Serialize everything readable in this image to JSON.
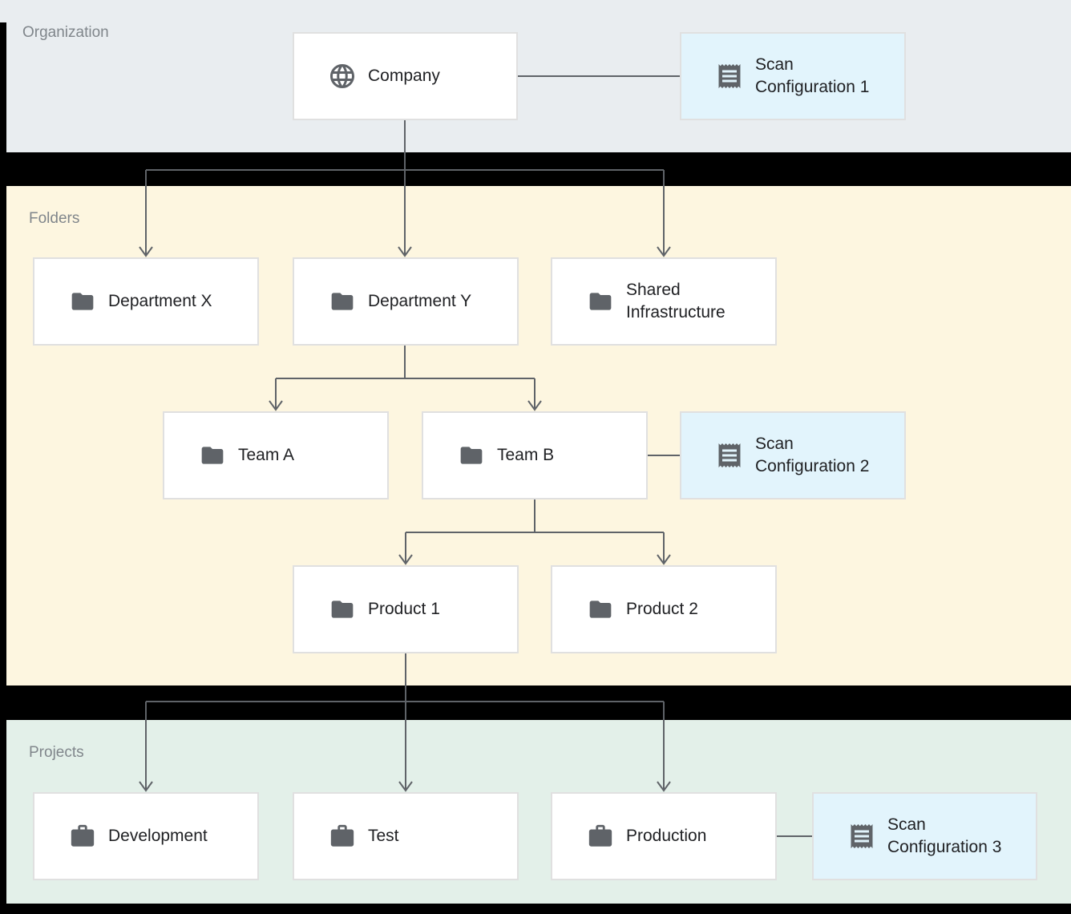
{
  "sections": {
    "organization": {
      "label": "Organization"
    },
    "folders": {
      "label": "Folders"
    },
    "projects": {
      "label": "Projects"
    }
  },
  "nodes": {
    "company": {
      "label": "Company",
      "icon": "globe-icon"
    },
    "scan_configuration_1": {
      "label": "Scan Configuration 1",
      "icon": "receipt-icon"
    },
    "department_x": {
      "label": "Department X",
      "icon": "folder-icon"
    },
    "department_y": {
      "label": "Department Y",
      "icon": "folder-icon"
    },
    "shared_infrastructure": {
      "label": "Shared Infrastructure",
      "icon": "folder-icon"
    },
    "team_a": {
      "label": "Team A",
      "icon": "folder-icon"
    },
    "team_b": {
      "label": "Team B",
      "icon": "folder-icon"
    },
    "scan_configuration_2": {
      "label": "Scan Configuration 2",
      "icon": "receipt-icon"
    },
    "product_1": {
      "label": "Product 1",
      "icon": "folder-icon"
    },
    "product_2": {
      "label": "Product 2",
      "icon": "folder-icon"
    },
    "development": {
      "label": "Development",
      "icon": "briefcase-icon"
    },
    "test": {
      "label": "Test",
      "icon": "briefcase-icon"
    },
    "production": {
      "label": "Production",
      "icon": "briefcase-icon"
    },
    "scan_configuration_3": {
      "label": "Scan Configuration 3",
      "icon": "receipt-icon"
    }
  },
  "colors": {
    "organization_bg": "#e9edf0",
    "folders_bg": "#fdf6e0",
    "projects_bg": "#e3f0e9",
    "scan_bg": "#e2f4fc",
    "node_bg": "#ffffff",
    "node_border": "#e0e0e0",
    "connector": "#5f6368",
    "icon": "#5f6368",
    "node_text": "#202124",
    "section_label": "#80868b",
    "page_bg": "#000000"
  }
}
